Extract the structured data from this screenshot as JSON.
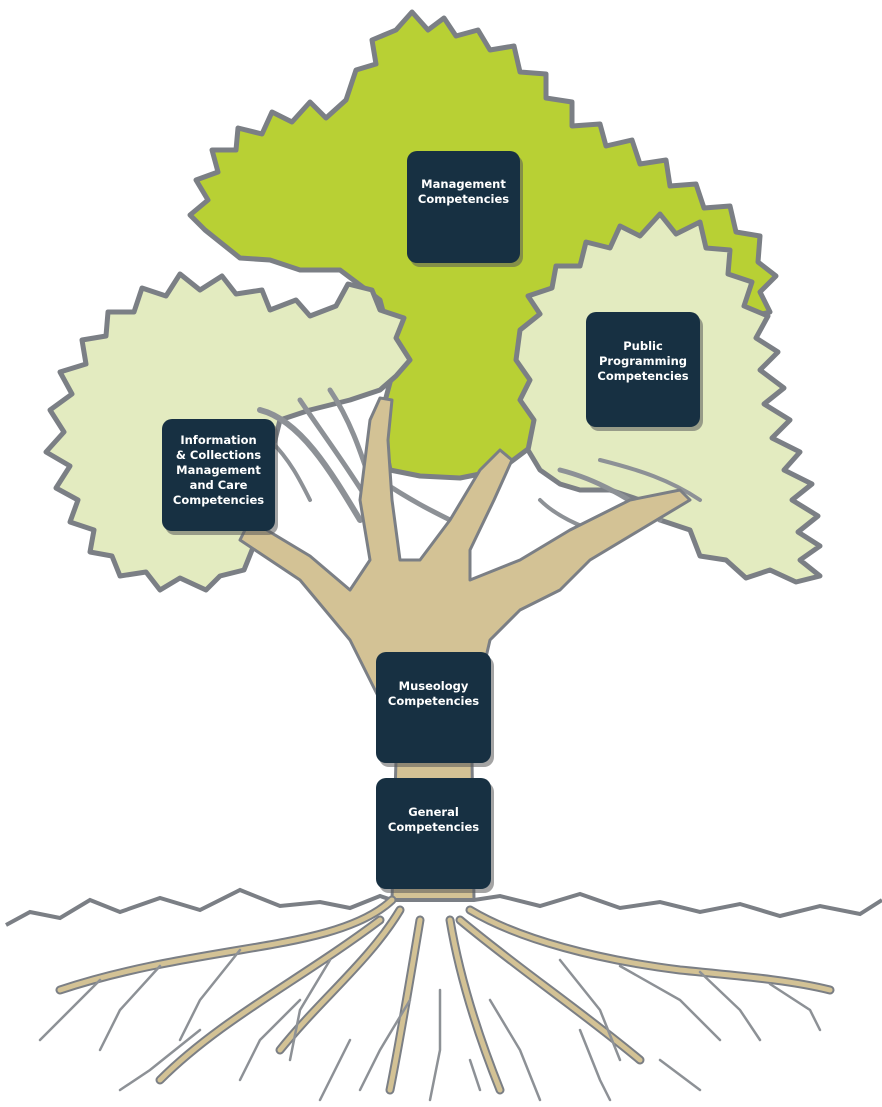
{
  "diagram": {
    "colors": {
      "canopy_bright": "#b8d034",
      "canopy_pale": "#e3ebc0",
      "canopy_outline": "#7b7f85",
      "trunk": "#d3c295",
      "trunk_outline": "#7b7f85",
      "shadow_branches": "#8d9196",
      "box_fill": "#173042",
      "box_text": "#ffffff"
    },
    "boxes": {
      "management": "Management\nCompetencies",
      "public": "Public\nProgramming\nCompetencies",
      "info": "Information\n& Collections\nManagement\nand Care\nCompetencies",
      "museology": "Museology\nCompetencies",
      "general": "General\nCompetencies"
    }
  }
}
